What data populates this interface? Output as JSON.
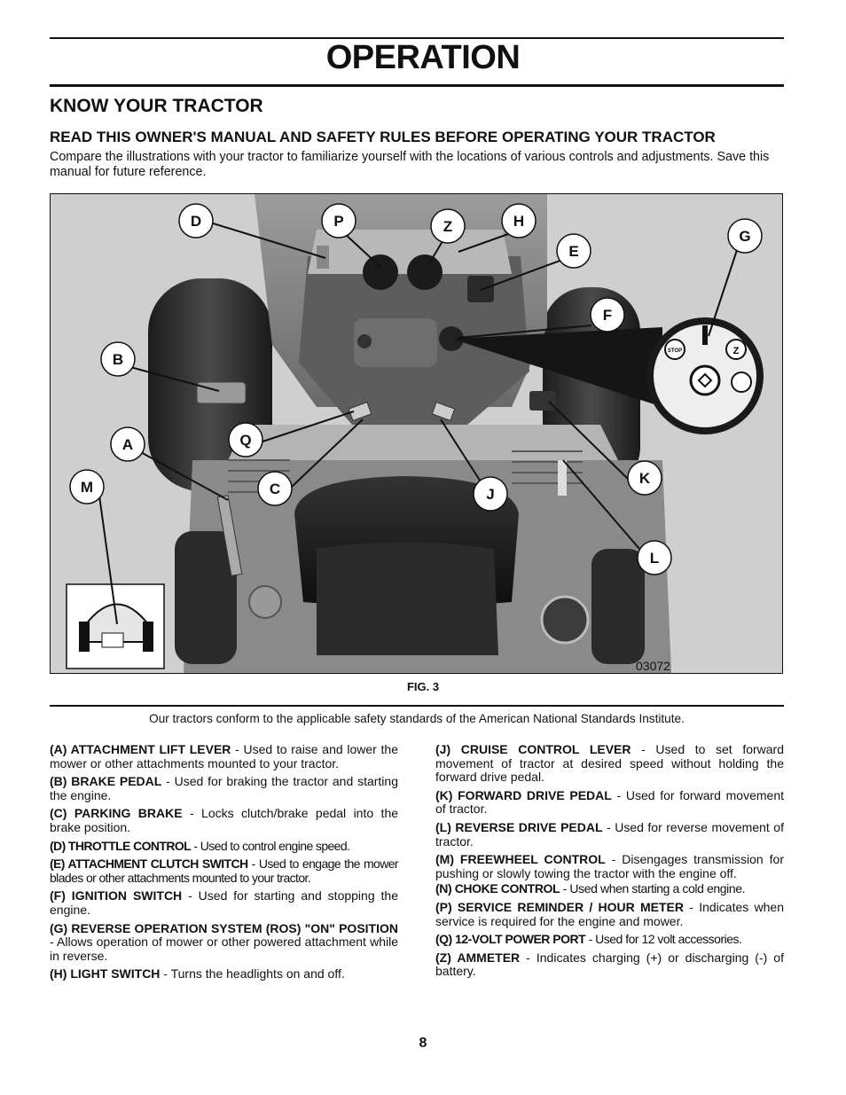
{
  "header": {
    "title": "OPERATION"
  },
  "section": {
    "heading": "KNOW YOUR TRACTOR",
    "subheading": "READ THIS OWNER'S MANUAL AND SAFETY RULES BEFORE OPERATING YOUR TRACTOR",
    "intro": "Compare the illustrations with your tractor to familiarize yourself with the locations of various controls and adjustments. Save this manual for future reference."
  },
  "figure": {
    "caption": "FIG. 3",
    "image_code": "03072",
    "callouts": [
      "D",
      "P",
      "Z",
      "H",
      "G",
      "E",
      "F",
      "B",
      "A",
      "Q",
      "M",
      "C",
      "J",
      "K",
      "L"
    ]
  },
  "ansi_note": "Our tractors conform to the applicable safety standards of the American National Standards Institute.",
  "left_items": [
    {
      "label": "(A) ATTACHMENT LIFT LEVER",
      "desc": " - Used to raise and lower the mower or other attachments mounted to your tractor."
    },
    {
      "label": "(B) BRAKE PEDAL",
      "desc": " - Used for braking the tractor and starting the engine."
    },
    {
      "label": "(C) PARKING BRAKE",
      "desc": " - Locks clutch/brake pedal into the brake position."
    },
    {
      "label": "(D) THROTTLE CONTROL",
      "desc": " - Used to control engine speed."
    },
    {
      "label": "(E) ATTACHMENT CLUTCH SWITCH",
      "desc": " - Used to engage the mower blades or other attachments mounted to your tractor."
    },
    {
      "label": "(F) IGNITION SWITCH",
      "desc": " - Used for starting and stopping the engine."
    },
    {
      "label": "(G) REVERSE OPERATION SYSTEM (ROS) \"ON\" POSITION",
      "desc": " - Allows operation of mower or other powered attachment while in reverse."
    },
    {
      "label": "(H) LIGHT SWITCH",
      "desc": " - Turns the headlights on and off."
    }
  ],
  "right_items": [
    {
      "label": "(J) CRUISE CONTROL LEVER",
      "desc": " - Used to set forward movement of tractor at desired speed without holding the forward drive pedal."
    },
    {
      "label": "(K) FORWARD DRIVE PEDAL",
      "desc": " - Used for forward movement of tractor."
    },
    {
      "label": "(L) REVERSE DRIVE PEDAL",
      "desc": " - Used for reverse movement of tractor."
    },
    {
      "label": "(M) FREEWHEEL CONTROL",
      "desc": " - Disengages transmission for pushing or slowly towing the tractor with the engine off."
    },
    {
      "label": "(N) CHOKE CONTROL",
      "desc": " - Used when starting a cold engine."
    },
    {
      "label": "(P) SERVICE REMINDER / HOUR METER",
      "desc": " - Indicates when service is required for the engine and mower."
    },
    {
      "label": "(Q) 12-VOLT POWER PORT",
      "desc": " - Used for 12 volt accessories."
    },
    {
      "label": "(Z) AMMETER",
      "desc": " - Indicates charging (+) or discharging (-) of battery."
    }
  ],
  "page_number": "8"
}
